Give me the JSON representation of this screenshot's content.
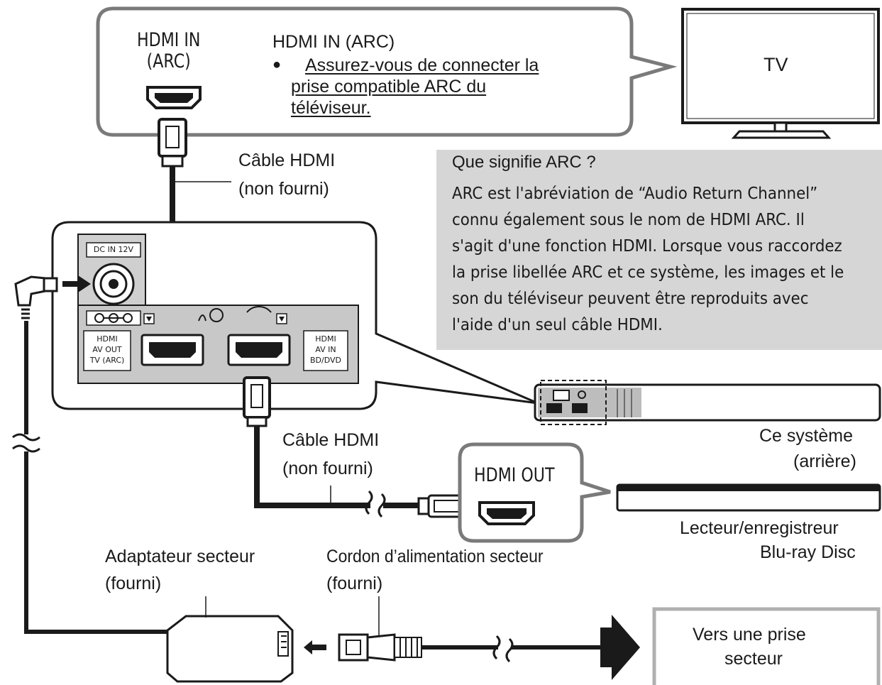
{
  "tv_callout": {
    "port_label": "HDMI IN\n(ARC)",
    "heading": "HDMI IN (ARC)",
    "bullet": "●",
    "note_line1": "Assurez-vous de connecter la",
    "note_line2": "prise compatible ARC du",
    "note_line3": "téléviseur."
  },
  "tv_label": "TV",
  "hdmi_cable_1": {
    "line1": "Câble HDMI",
    "line2": "(non fourni)"
  },
  "info_box": {
    "title": "Que signifie ARC ?",
    "body": "ARC est l'abréviation de “Audio Return Channel”\nconnu également sous le nom de HDMI ARC. Il\ns'agit d'une fonction HDMI. Lorsque vous raccordez\nla prise libellée ARC et ce système, les images et le\nson du téléviseur peuvent être reproduits avec\nl'aide d'un seul câble HDMI."
  },
  "panel": {
    "dc_in": "DC IN 12V",
    "hdmi_out_label": "HDMI\nAV OUT\nTV (ARC)",
    "hdmi_in_label": "HDMI\nAV IN\nBD/DVD"
  },
  "system_label": {
    "line1": "Ce système",
    "line2": "(arrière)"
  },
  "hdmi_cable_2": {
    "line1": "Câble HDMI",
    "line2": "(non fourni)"
  },
  "player_callout": {
    "port_label": "HDMI OUT"
  },
  "player_label": {
    "line1": "Lecteur/enregistreur",
    "line2": "Blu-ray Disc"
  },
  "adapter_label": {
    "line1": "Adaptateur secteur",
    "line2": "(fourni)"
  },
  "power_cord_label": {
    "line1": "Cordon d’alimentation secteur",
    "line2": "(fourni)"
  },
  "outlet_label": {
    "line1": "Vers une prise",
    "line2": "secteur"
  },
  "colors": {
    "outline": "#7a7a7a",
    "info_bg": "#d6d6d6",
    "cable": "#1a1a1a"
  }
}
